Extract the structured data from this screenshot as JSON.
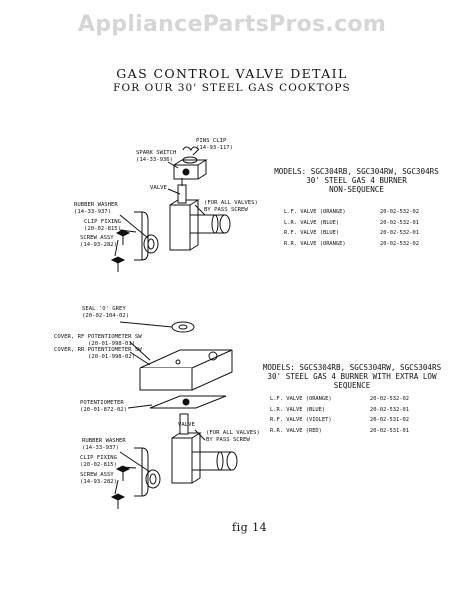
{
  "watermark": "AppliancePartsPros.com",
  "title": "GAS CONTROL VALVE DETAIL",
  "subtitle": "FOR OUR 30' STEEL GAS COOKTOPS",
  "figure_label": "fig 14",
  "top": {
    "pins_clip": {
      "name": "PINS CLIP",
      "part": "(14-93-117)"
    },
    "spark_switch": {
      "name": "SPARK SWITCH",
      "part": "(14-33-936)"
    },
    "valve": "VALVE",
    "for_all_valves": "(FOR ALL VALVES)",
    "by_pass_screw": "BY PASS SCREW",
    "rubber_washer": {
      "name": "RUBBER WASHER",
      "part": "(14-33-937)"
    },
    "clip_fixing": {
      "name": "CLIP FIXING",
      "part": "(20-02-815)"
    },
    "screw_assy": {
      "name": "SCREW ASSY",
      "part": "(14-93-282)"
    },
    "models_line1": "MODELS: SGC304RB, SGC304RW, SGC304RS",
    "models_line2": "30' STEEL GAS 4 BURNER",
    "models_line3": "NON-SEQUENCE",
    "valves": [
      {
        "name": "L.F. VALVE (ORANGE)",
        "part": "20-02-532-02"
      },
      {
        "name": "L.R. VALVE (BLUE)",
        "part": "20-02-532-01"
      },
      {
        "name": "R.F. VALVE (BLUE)",
        "part": "20-02-532-01"
      },
      {
        "name": "R.R. VALVE (ORANGE)",
        "part": "20-02-532-02"
      }
    ]
  },
  "bottom": {
    "seal": {
      "name": "SEAL 'O' GREY",
      "part": "(20-02-104-02)"
    },
    "cover_lf": {
      "name": "COVER, RF POTENTIOMETER SW",
      "part": "(20-01-998-01)"
    },
    "cover_rr": {
      "name": "COVER, RR POTENTIOMETER SW",
      "part": "(20-01-998-02)"
    },
    "potentiometer": {
      "name": "POTENTIOMETER",
      "part": "(20-01-872-02)"
    },
    "valve": "VALVE",
    "for_all_valves": "(FOR ALL VALVES)",
    "by_pass_screw": "BY PASS SCREW",
    "rubber_washer": {
      "name": "RUBBER WASHER",
      "part": "(14-33-937)"
    },
    "clip_fixing": {
      "name": "CLIP FIXING",
      "part": "(20-02-815)"
    },
    "screw_assy": {
      "name": "SCREW ASSY",
      "part": "(14-93-282)"
    },
    "models_line1": "MODELS: SGCS304RB, SGCS304RW, SGCS304RS",
    "models_line2": "30' STEEL GAS 4 BURNER WITH EXTRA LOW",
    "models_line3": "SEQUENCE",
    "valves": [
      {
        "name": "L.F. VALVE (ORANGE)",
        "part": "20-02-532-02"
      },
      {
        "name": "L.R. VALVE (BLUE)",
        "part": "20-02-532-01"
      },
      {
        "name": "R.F. VALVE (VIOLET)",
        "part": "20-02-531-02"
      },
      {
        "name": "R.R. VALVE (RED)",
        "part": "20-02-531-01"
      }
    ]
  }
}
